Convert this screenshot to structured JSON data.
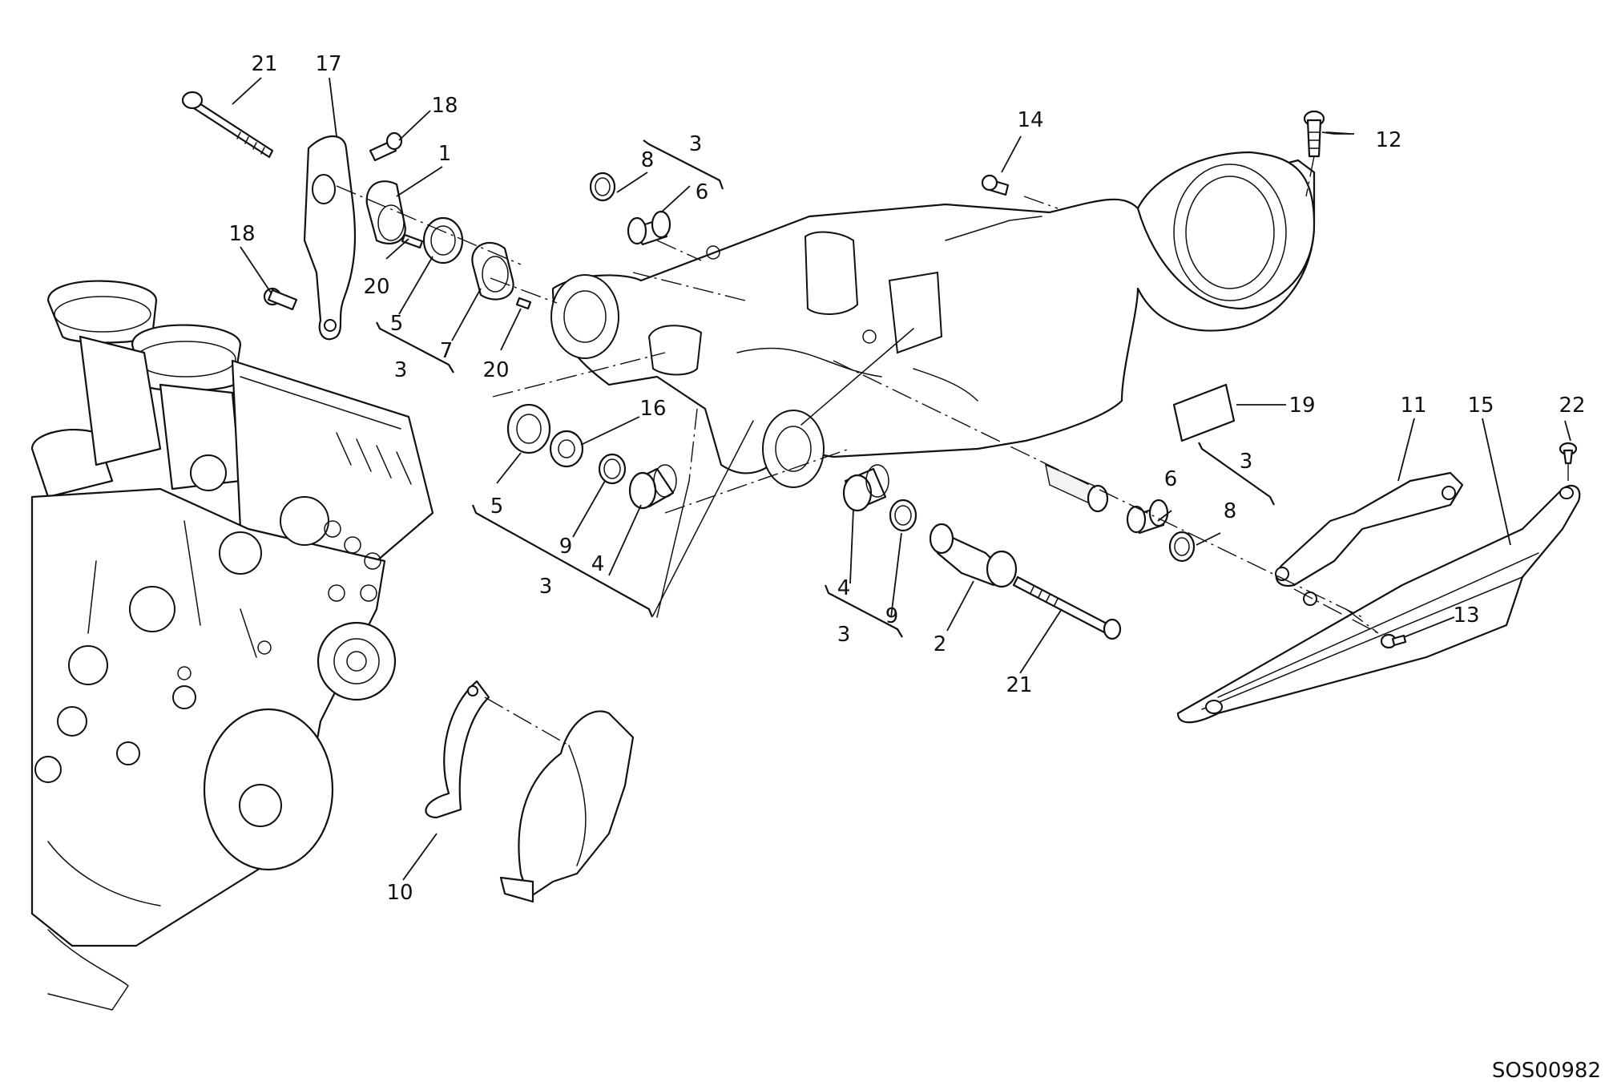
{
  "drawing_code": "SOS00982",
  "callouts": {
    "c21a": "21",
    "c17": "17",
    "c18a": "18",
    "c1": "1",
    "c18b": "18",
    "c20a": "20",
    "c5a": "5",
    "c7": "7",
    "c3a": "3",
    "c20b": "20",
    "c3b": "3",
    "c8a": "8",
    "c6a": "6",
    "c14": "14",
    "c12": "12",
    "c16": "16",
    "c5b": "5",
    "c9a": "9",
    "c4a": "4",
    "c3c": "3",
    "c19": "19",
    "c11": "11",
    "c15": "15",
    "c22": "22",
    "c3d": "3",
    "c6b": "6",
    "c8b": "8",
    "c4b": "4",
    "c9b": "9",
    "c3e": "3",
    "c2": "2",
    "c21b": "21",
    "c13": "13",
    "c10": "10"
  }
}
